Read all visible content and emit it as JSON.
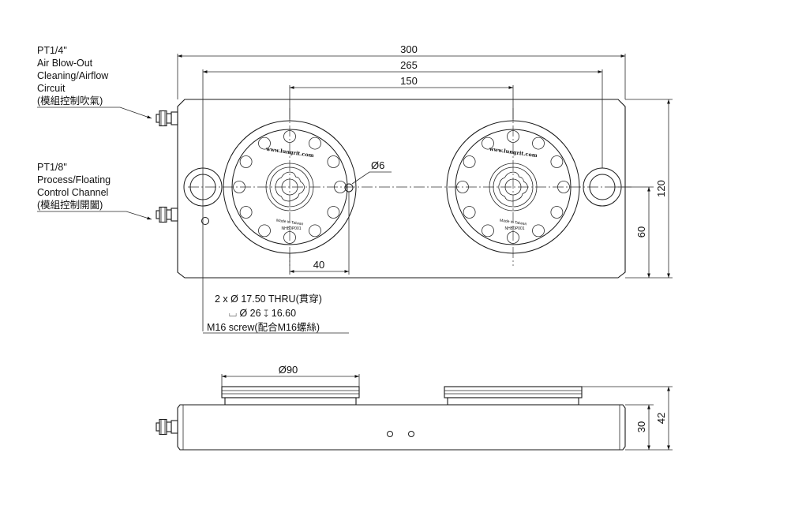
{
  "dimensions": {
    "overall_length": "300",
    "hole_spacing": "265",
    "module_spacing": "150",
    "port_diameter": "Ø6",
    "port_offset": "40",
    "height_total": "120",
    "height_half": "60",
    "flange_diameter": "Ø90",
    "body_height": "30",
    "overall_height": "42"
  },
  "callouts": {
    "air_port": [
      "PT1/4\"",
      "Air Blow-Out",
      "Cleaning/Airflow",
      "Circuit",
      "(模組控制吹氣)"
    ],
    "control_port": [
      "PT1/8\"",
      "Process/Floating",
      "Control Channel",
      "(模組控制開闔)"
    ],
    "hole_note": [
      "2 x Ø 17.50 THRU(貫穿)",
      "⌴ Ø 26 ↧ 16.60",
      "M16 screw(配合M16螺絲)"
    ]
  },
  "module_text": {
    "brand": "www.lungrit.com",
    "origin": "Made in Taiwan",
    "model": "NHB0P001"
  }
}
